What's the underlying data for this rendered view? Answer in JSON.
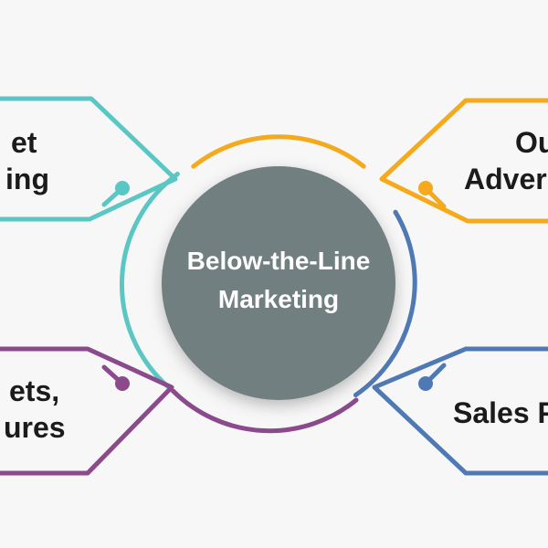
{
  "center": {
    "line1": "Below-the-Line",
    "line2": "Marketing"
  },
  "branches": {
    "top_left": {
      "line1": "et",
      "line2": "ing"
    },
    "top_right": {
      "line1": "Ou",
      "line2": "Adver"
    },
    "bottom_left": {
      "line1": "ets,",
      "line2": "ures"
    },
    "bottom_right": {
      "line1": "Sales P"
    }
  },
  "colors": {
    "background": "#f7f7f7",
    "center_circle": "#717f81",
    "teal": "#5ac7c4",
    "orange": "#f5a91d",
    "blue": "#4f79b4",
    "purple": "#8a4a8c",
    "text": "#1b1b1b"
  }
}
